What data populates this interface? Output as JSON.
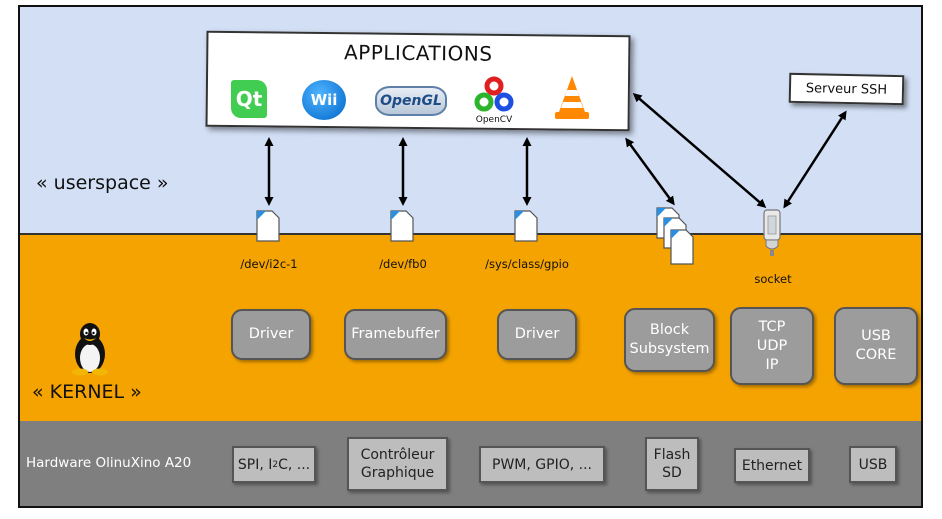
{
  "layers": {
    "userspace": "« userspace »",
    "kernel": "« KERNEL »",
    "hardware": "Hardware OlinuXino A20"
  },
  "applications": {
    "title": "APPLICATIONS",
    "icons": {
      "qt": "Qt",
      "wii": "Wii",
      "opengl": "OpenGL",
      "opencv": "OpenCV",
      "vlc": "vlc-cone-icon"
    }
  },
  "ssh_server": "Serveur SSH",
  "device_files": [
    "/dev/i2c-1",
    "/dev/fb0",
    "/sys/class/gpio",
    "socket"
  ],
  "kernel_modules": {
    "driver_1": "Driver",
    "framebuffer": "Framebuffer",
    "driver_2": "Driver",
    "block_1": "Block",
    "block_2": "Subsystem",
    "net_1": "TCP",
    "net_2": "UDP",
    "net_3": "IP",
    "usb_1": "USB",
    "usb_2": "CORE"
  },
  "hardware_items": {
    "spi_a": "SPI, I",
    "spi_sup": "2",
    "spi_b": "C, ...",
    "ctrl_1": "Contrôleur",
    "ctrl_2": "Graphique",
    "pwm": "PWM, GPIO, ...",
    "flash_1": "Flash",
    "flash_2": "SD",
    "ethernet": "Ethernet",
    "usb": "USB"
  },
  "colors": {
    "userspace_bg": "#d2dff5",
    "kernel_bg": "#f5a300",
    "hardware_bg": "#7f7f7f",
    "module_box": "#9c9c9c"
  }
}
